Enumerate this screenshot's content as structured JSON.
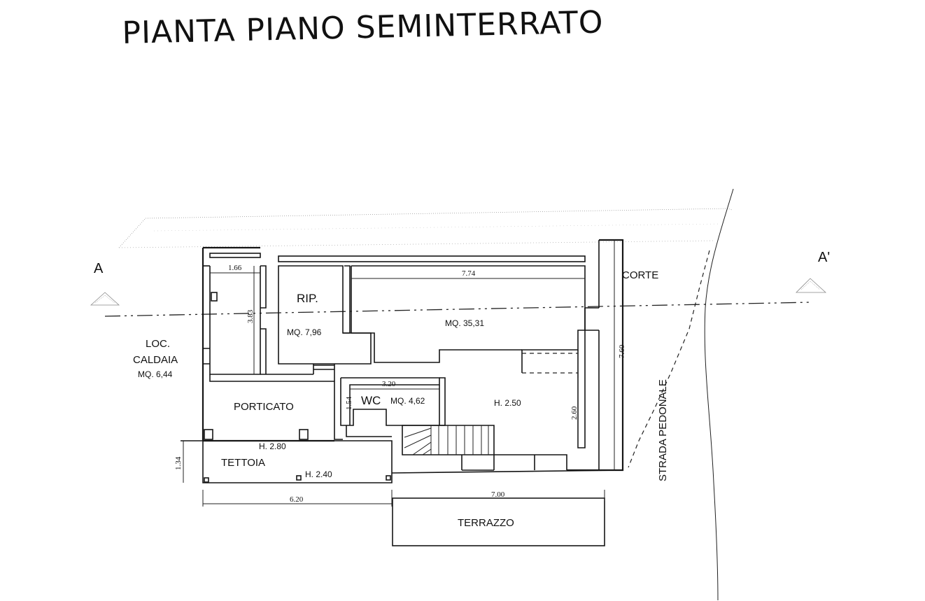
{
  "title": "PIANTA PIANO SEMINTERRATO",
  "section": {
    "left": "A",
    "right": "A'"
  },
  "rooms": {
    "rip": {
      "name": "RIP.",
      "area": "MQ. 7,96"
    },
    "main": {
      "area": "MQ. 35,31",
      "height": "H. 2.50"
    },
    "loc_caldaia": {
      "name_1": "LOC.",
      "name_2": "CALDAIA",
      "area": "MQ. 6,44"
    },
    "porticato": {
      "name": "PORTICATO"
    },
    "wc": {
      "name": "WC",
      "area": "MQ. 4,62"
    },
    "tettoia": {
      "name": "TETTOIA",
      "height_1": "H. 2.80",
      "height_2": "H. 2.40"
    },
    "terrazzo": {
      "name": "TERRAZZO"
    },
    "corte": {
      "name": "CORTE"
    },
    "strada": {
      "name": "STRADA PEDONALE"
    }
  },
  "dimensions": {
    "caldaia_width": "1.66",
    "caldaia_depth": "3.83",
    "main_width": "7.74",
    "corte_depth": "7.60",
    "wc_width": "3.20",
    "wc_depth": "1.54",
    "stair_depth": "2.60",
    "tettoia_depth": "1.34",
    "front_left": "6.20",
    "front_right": "7.00"
  }
}
